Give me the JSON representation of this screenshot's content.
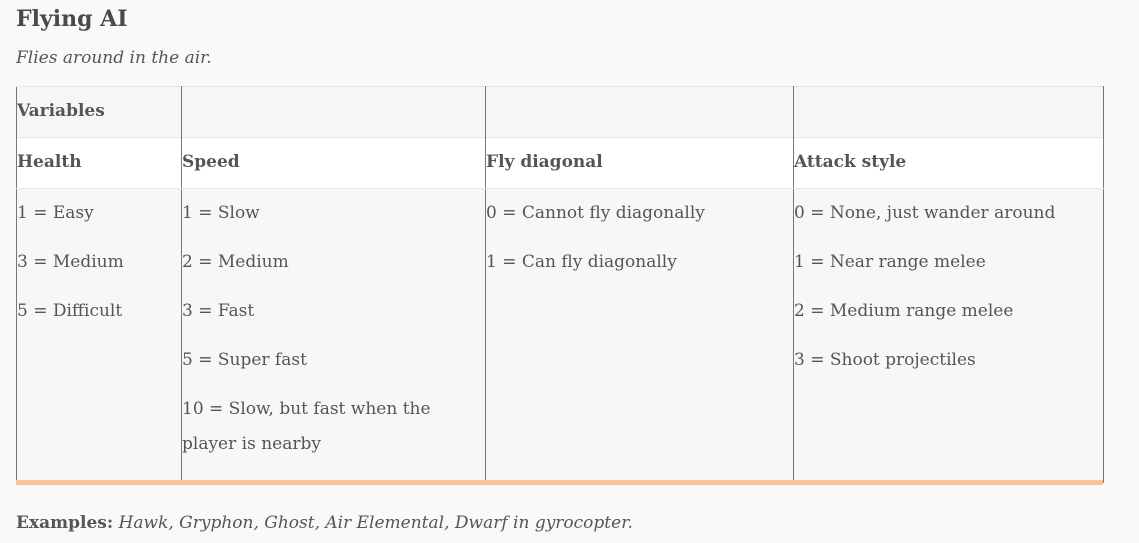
{
  "title": "Flying AI",
  "subtitle": "Flies around in the air.",
  "table": {
    "variables_label": "Variables",
    "columns": [
      "Health",
      "Speed",
      "Fly diagonal",
      "Attack style"
    ],
    "health": [
      "1 = Easy",
      "3 = Medium",
      "5 = Difficult"
    ],
    "speed": [
      "1 = Slow",
      "2 = Medium",
      "3 = Fast",
      "5 = Super fast",
      "10 = Slow, but fast when the player is nearby"
    ],
    "fly_diagonal": [
      "0 = Cannot fly diagonally",
      "1 = Can fly diagonally"
    ],
    "attack_style": [
      "0 = None, just wander around",
      "1 = Near range melee",
      "2 = Medium range melee",
      "3 = Shoot projectiles"
    ]
  },
  "examples": {
    "label": "Examples:",
    "text": "Hawk, Gryphon, Ghost, Air Elemental, Dwarf in gyrocopter."
  },
  "colors": {
    "accent": "#f9c39a",
    "text": "#555555",
    "border": "#777777"
  }
}
